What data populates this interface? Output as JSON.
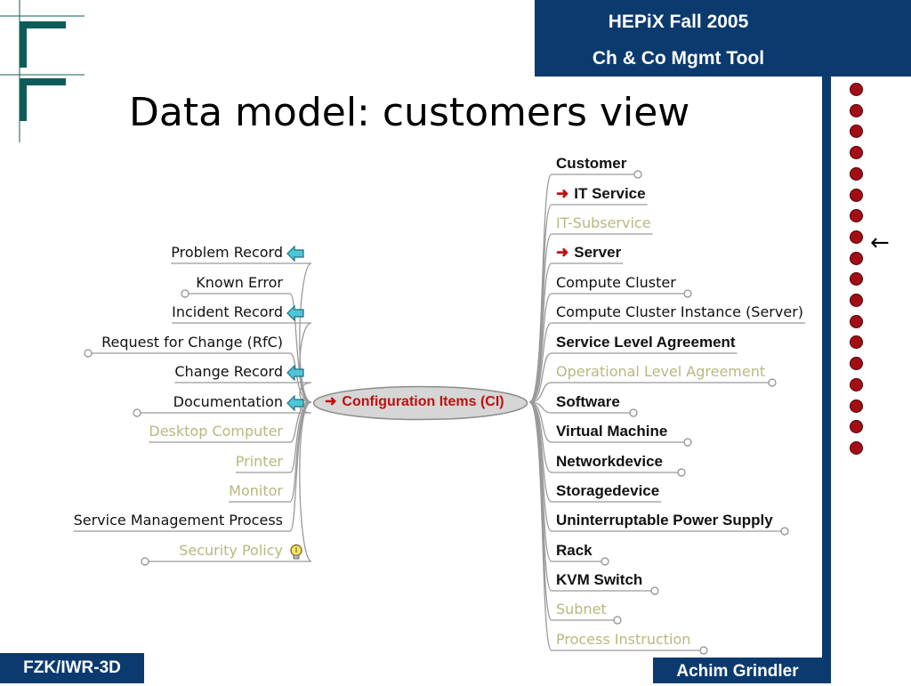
{
  "header": {
    "line1": "HEPiX Fall 2005",
    "line2": "Ch & Co Mgmt Tool"
  },
  "title": "Data model: customers view",
  "footer": {
    "left": "FZK/IWR-3D",
    "right": "Achim Grindler"
  },
  "colors": {
    "brand_blue": "#0b3a6e",
    "dot_red": "#a50d16",
    "accent_red": "#c0100c",
    "muted_text": "#b9b77f",
    "logo_teal": "#0e5c5a"
  },
  "center": {
    "label": "Configuration Items (CI)",
    "arrow": "➜"
  },
  "left_items": [
    {
      "label": "Problem Record",
      "style": "dark",
      "icon": "cyan-arrow-icon"
    },
    {
      "label": "Known Error",
      "style": "dark",
      "icon": ""
    },
    {
      "label": "Incident Record",
      "style": "dark",
      "icon": "cyan-arrow-icon"
    },
    {
      "label": "Request for Change (RfC)",
      "style": "dark",
      "icon": ""
    },
    {
      "label": "Change Record",
      "style": "dark",
      "icon": "cyan-arrow-icon"
    },
    {
      "label": "Documentation",
      "style": "dark",
      "icon": "cyan-arrow-icon"
    },
    {
      "label": "Desktop Computer",
      "style": "muted",
      "icon": ""
    },
    {
      "label": "Printer",
      "style": "muted",
      "icon": ""
    },
    {
      "label": "Monitor",
      "style": "muted",
      "icon": ""
    },
    {
      "label": "Service Management Process",
      "style": "dark",
      "icon": ""
    },
    {
      "label": "Security Policy",
      "style": "muted",
      "icon": "lightbulb-icon"
    }
  ],
  "right_items": [
    {
      "label": "Customer",
      "style": "bold"
    },
    {
      "label": "IT Service",
      "style": "bold-arrow"
    },
    {
      "label": "IT-Subservice",
      "style": "muted"
    },
    {
      "label": "Server",
      "style": "bold-arrow"
    },
    {
      "label": "Compute Cluster",
      "style": "dark"
    },
    {
      "label": "Compute Cluster Instance (Server)",
      "style": "dark"
    },
    {
      "label": "Service Level Agreement",
      "style": "bold"
    },
    {
      "label": "Operational Level Agreement",
      "style": "muted"
    },
    {
      "label": "Software",
      "style": "bold"
    },
    {
      "label": "Virtual Machine",
      "style": "bold"
    },
    {
      "label": "Networkdevice",
      "style": "bold"
    },
    {
      "label": "Storagedevice",
      "style": "bold"
    },
    {
      "label": "Uninterruptable Power Supply",
      "style": "bold"
    },
    {
      "label": "Rack",
      "style": "bold"
    },
    {
      "label": "KVM Switch",
      "style": "bold"
    },
    {
      "label": "Subnet",
      "style": "muted"
    },
    {
      "label": "Process Instruction",
      "style": "muted"
    }
  ],
  "slide_dots_count": 18,
  "current_slide_marker": "←"
}
